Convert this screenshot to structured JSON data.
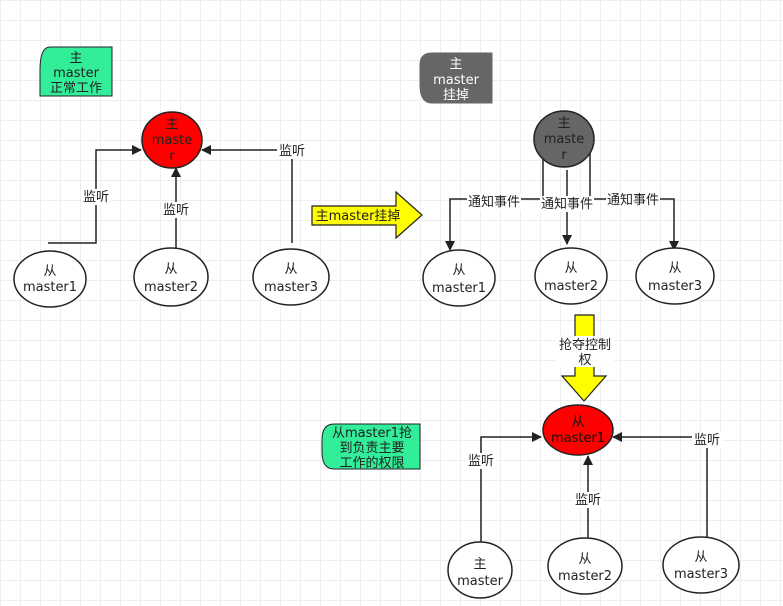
{
  "diagram": {
    "notes": {
      "master_ok": [
        "主",
        "master",
        "正常工作"
      ],
      "master_down": [
        "主",
        "master",
        "挂掉"
      ],
      "slave_won": [
        "从master1抢",
        "到负责主要",
        "工作的权限"
      ]
    },
    "state1": {
      "master": [
        "主",
        "maste",
        "r"
      ],
      "slaves": [
        [
          "从",
          "master1"
        ],
        [
          "从",
          "master2"
        ],
        [
          "从",
          "master3"
        ]
      ],
      "edge_label": "监听"
    },
    "transition1": "主master挂掉",
    "state2": {
      "master": [
        "主",
        "maste",
        "r"
      ],
      "slaves": [
        [
          "从",
          "master1"
        ],
        [
          "从",
          "master2"
        ],
        [
          "从",
          "master3"
        ]
      ],
      "edge_label": "通知事件"
    },
    "transition2": [
      "抢夺控制",
      "权"
    ],
    "state3": {
      "master": [
        "从",
        "master1"
      ],
      "nodes": [
        [
          "主",
          "master"
        ],
        [
          "从",
          "master2"
        ],
        [
          "从",
          "master3"
        ]
      ],
      "edge_label": "监听"
    },
    "colors": {
      "master_active": "#ff0000",
      "master_down": "#666666",
      "note_green": "#33ee99",
      "arrow_yellow": "#ffff00"
    }
  }
}
